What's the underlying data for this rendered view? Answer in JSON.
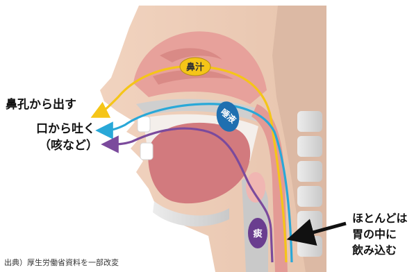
{
  "labels": {
    "nasal_mucus": "鼻汁",
    "saliva": "唾液",
    "phlegm": "痰",
    "out_nose": "鼻孔から出す",
    "out_mouth": "口から吐く",
    "cough": "（咳など）",
    "stomach_line1": "ほとんどは",
    "stomach_line2": "胃の中に",
    "stomach_line3": "飲み込む"
  },
  "source": "出典）厚生労働省資料を一部改変",
  "colors": {
    "nasal_mucus_path": "#f5c518",
    "saliva_path": "#29a8d8",
    "phlegm_path": "#7b4a9c",
    "saliva_badge": "#1f6fb0",
    "phlegm_badge": "#6a3d8f"
  }
}
